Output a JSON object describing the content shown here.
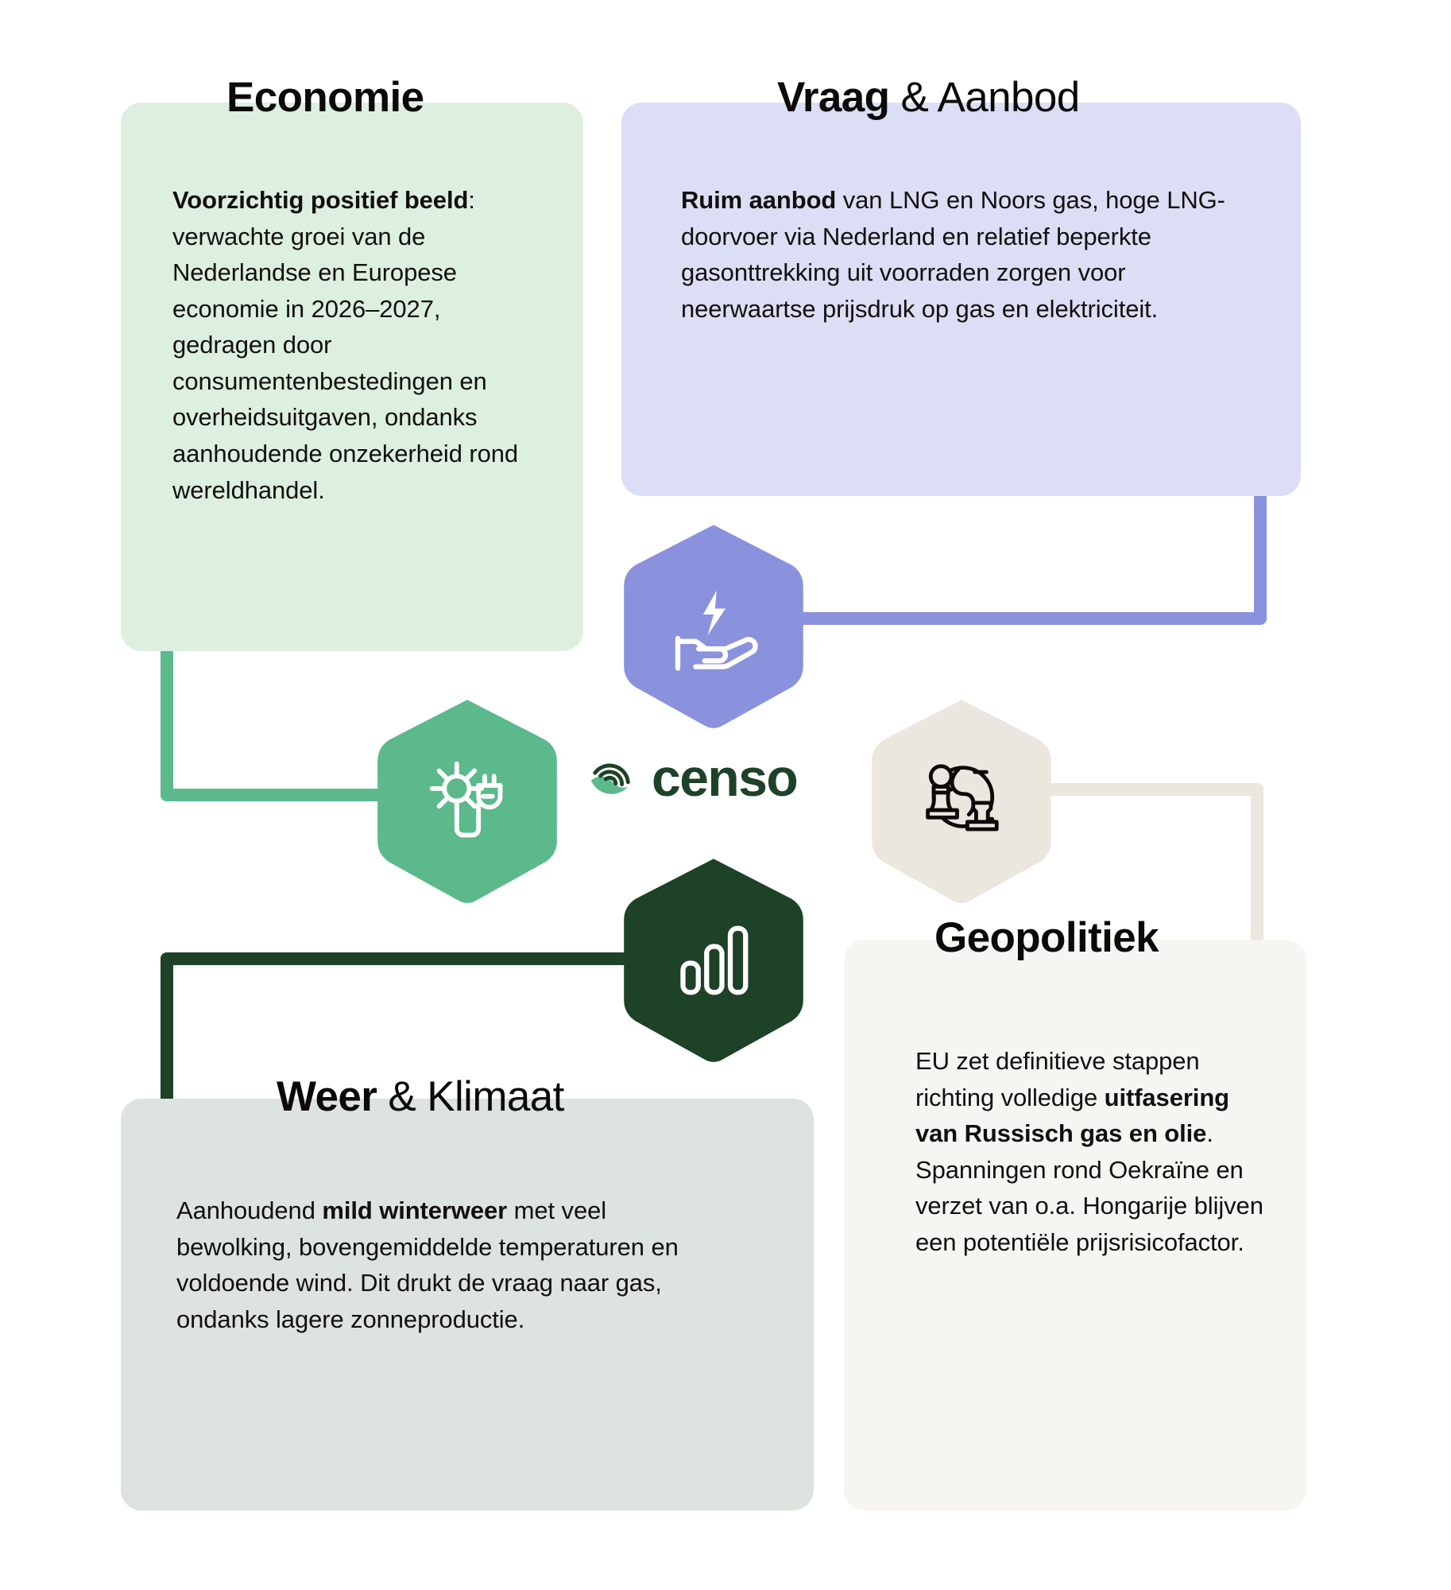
{
  "brand": {
    "name": "censo",
    "logo_icon": "censo-leaf-signal-mark",
    "logo_color": "#1d4227",
    "accent_color": "#5bb98c"
  },
  "palette": {
    "economie_card": "#ddefe1",
    "economie_accent": "#5bb98c",
    "vraag_card": "#dcdef5",
    "vraag_accent": "#8a92dd",
    "geopolitiek_card": "#f6f5f1",
    "geopolitiek_accent": "#ebe7df",
    "weer_card": "#dde3de",
    "weer_accent": "#1d4227",
    "text": "#12100e",
    "background": "#ffffff"
  },
  "cards": {
    "economie": {
      "title_strong": "Economie",
      "title_light": "",
      "icon": "sun-plug-icon",
      "body_lead": "Voorzichtig positief beeld",
      "body_rest": ": verwachte groei van de Nederlandse en Europese economie in 2026–2027, gedragen door consumentenbestedingen en overheidsuitgaven, ondanks aanhoudende onzekerheid rond wereldhandel."
    },
    "vraag_aanbod": {
      "title_strong": "Vraag",
      "title_light": " & Aanbod",
      "icon": "hand-lightning-icon",
      "body_lead": "Ruim aanbod",
      "body_rest": " van LNG en Noors gas, hoge LNG-doorvoer via Nederland en relatief beperkte gasonttrekking uit voorraden zorgen voor neerwaartse prijsdruk op gas en elektriciteit."
    },
    "geopolitiek": {
      "title_strong": "Geopolitiek",
      "title_light": "",
      "icon": "globe-chess-icon",
      "body_part1": "EU zet definitieve stappen richting volledige ",
      "body_bold": "uitfasering van Russisch gas en olie",
      "body_part2": ". Spanningen rond Oekraïne en verzet van o.a. Hongarije blijven een potentiële prijsrisicofactor."
    },
    "weer_klimaat": {
      "title_strong": "Weer",
      "title_light": " & Klimaat",
      "icon": "bar-chart-icon",
      "body_part1": "Aanhoudend ",
      "body_bold": "mild winterweer",
      "body_part2": " met veel bewolking, bovengemiddelde temperaturen en voldoende wind. Dit drukt de vraag naar gas, ondanks lagere zonneproductie."
    }
  }
}
